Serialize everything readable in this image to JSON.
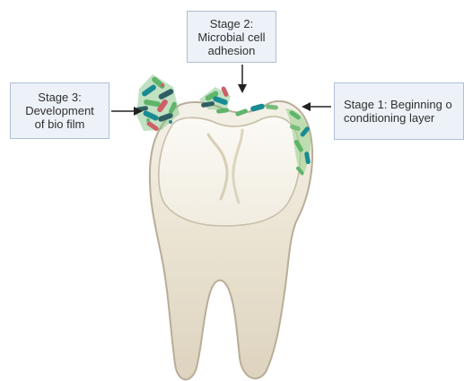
{
  "labels": {
    "stage2": {
      "lines": [
        "Stage 2:",
        "Microbial cell",
        "adhesion"
      ]
    },
    "stage3": {
      "lines": [
        "Stage 3:",
        "Development",
        "of bio film"
      ]
    },
    "stage1": {
      "lines": [
        "Stage 1: Beginning o",
        "conditioning layer"
      ]
    }
  },
  "colors": {
    "tooth_outer": "#e9e2d1",
    "tooth_inner": "#f3efe4",
    "tooth_edge": "#b9ae99",
    "tooth_crown_fill": "#f7f4ec",
    "bacteria_green": "#5fb56a",
    "bacteria_teal": "#1a8b92",
    "bacteria_dark": "#2f5f63",
    "bacteria_red": "#cf5f67",
    "label_bg": "#edf2f8",
    "label_border": "#aebfd6"
  }
}
